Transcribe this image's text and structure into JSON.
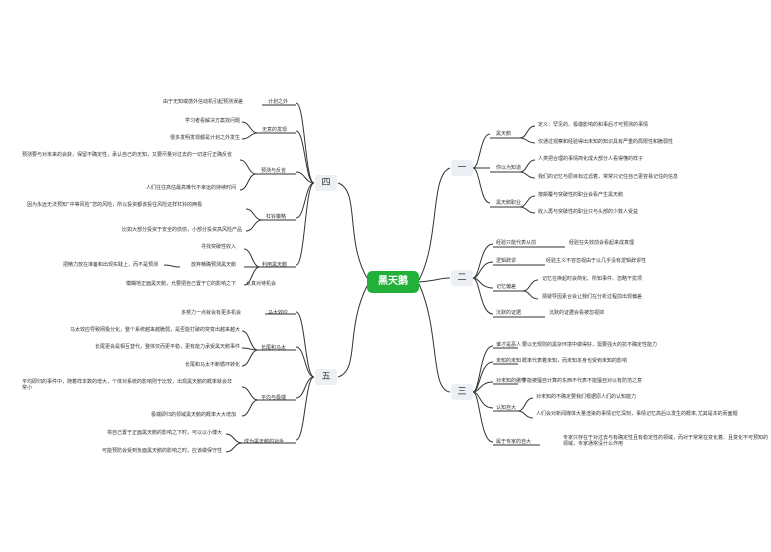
{
  "root": "黑天鹅",
  "branches": {
    "b1": {
      "label": "一",
      "children": [
        {
          "label": "黑天鹅",
          "items": [
            "定义：罕见的、极端影响的和事后才可预测的事情",
            "仅通过观察和经验得出未知的知识具有严重的局限性和脆弱性"
          ]
        },
        {
          "label": "你以为知道",
          "items": [
            "人类把合理的事情简化成大部分人看得懂的样子",
            "我们的记忆与原目标过滤着，常常只记住自己更容易记住的信息"
          ]
        },
        {
          "label": "黑天鹅职业",
          "items": [
            "按颠覆与突破性的职业会看产生黑天鹅",
            "收入再与突破性的职业只与头部的少数人受益"
          ]
        }
      ]
    },
    "b2": {
      "label": "二",
      "children": [
        {
          "label": "经验只能代表从前",
          "items": [
            "经验在失效前会看起来成真理"
          ]
        },
        {
          "label": "逻辑辞谬",
          "items": [
            "经验主义不容忽视由于以几乎没有逻辑辞谬性"
          ]
        },
        {
          "label": "记忆偏差",
          "items": [
            "记忆在唤起时会简化、所知事件、忽略干扰项",
            "猜疑导因素合会让我们在分析过程前出现偏差"
          ]
        },
        {
          "label": "沉默的证据",
          "items": [
            "沉默的证据会看被忽视掉"
          ]
        }
      ]
    },
    "b3": {
      "label": "三",
      "children": [
        {
          "label": "谁才是恶人",
          "items": [
            "要以无规则的黑杂环境中做得好，需要强大的抗不确定性能力"
          ]
        },
        {
          "label": "未知的未知",
          "items": [
            "概率代表着未知，而未知本身也受到未知的影响"
          ]
        },
        {
          "label": "对未知的傲慢",
          "items": [
            "不能被擅自计算的东西不代表不能擅自对以有防范之意"
          ]
        },
        {
          "label": "认知自大",
          "items": [
            "对未知的不确定要我们根据原人们的认知能力",
            "人们会对新闻媒体大量渲染的事情记忆深刻，事情记忆高后以发生的概率,尤其是本的而面题"
          ]
        },
        {
          "label": "属于专家的自大",
          "items": [
            "专家只存在于对过去与有确定性且有稳定性的领域，而对于常常在变化着、且变化不可预知的领域，专家通常没什么作用"
          ]
        }
      ]
    },
    "b4": {
      "label": "四",
      "children": [
        {
          "label": "计划之外",
          "items": [
            "由于无知或感外信动机引起预测误差"
          ]
        },
        {
          "label": "无意的发现",
          "items": [
            "学习者看解决方案找问题",
            "很多发明发现都是计划之外发生"
          ]
        },
        {
          "label": "预测与反省",
          "items": [
            "预测要与对未来的会获，保留不确定性，承认自己的无知，又要尽量对过去的一切进行正确反省",
            "人们往往高估最高难代不幸运的持续时间"
          ]
        },
        {
          "label": "杠铃策略",
          "items": [
            "因为永远无法预知“中等风险”您的风险，所以投资都该投往风险这样杠铃的两极",
            "比如大部分投资于安全的债债，小部分投资高风险产品"
          ]
        },
        {
          "label": "利用黑天鹅",
          "items": [
            "寻找突破性收入",
            "放弃精确预测黑天鹅",
            "把精力放在准备和出现实践上，而不是预测",
            "模糊地正面黑天鹅，允要把自己置于它的影响之下",
            "认真对待机会"
          ]
        }
      ]
    },
    "b5": {
      "label": "五",
      "children": [
        {
          "label": "马太效应",
          "items": [
            "多努力一点就会有更多机会"
          ]
        },
        {
          "label": "长尾和马太",
          "items": [
            "马太效应导致网极分化，整个系统越来越脆弱，是否能打破的突变出越来越大",
            "长尾更会是相互替代，整体仅而更平稳，更有能力承受黑天鹅事件",
            "长尾和马太不断循环转化"
          ]
        },
        {
          "label": "平均与极端",
          "items": [
            "平均即归的事件中，随着样本数的增大，个体对系统的影响则于比较，出现黑天鹅的概率就会非常小",
            "极端即归的领域黑天鹅的概率大大增加"
          ]
        },
        {
          "label": "成为黑天鹅的对手",
          "items": [
            "将自己置于正面黑天鹅的影响之下时，可以以小博大",
            "可能预防会受到负面黑天鹅的影响之时，应该做保守性"
          ]
        }
      ]
    }
  }
}
